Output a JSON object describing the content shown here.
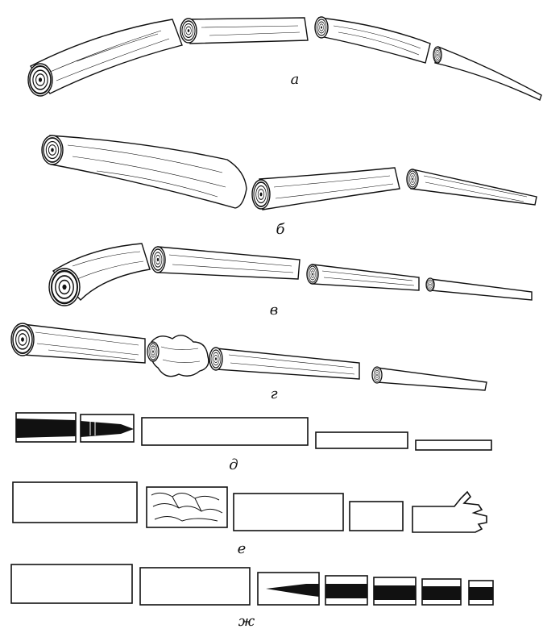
{
  "figure": {
    "panels": [
      {
        "id": "a",
        "label": "а"
      },
      {
        "id": "b",
        "label": "б"
      },
      {
        "id": "v",
        "label": "в"
      },
      {
        "id": "g",
        "label": "г"
      },
      {
        "id": "d",
        "label": "д"
      },
      {
        "id": "e",
        "label": "е"
      },
      {
        "id": "zh",
        "label": "ж"
      }
    ]
  },
  "colors": {
    "ink": "#111111",
    "paper": "#ffffff"
  }
}
